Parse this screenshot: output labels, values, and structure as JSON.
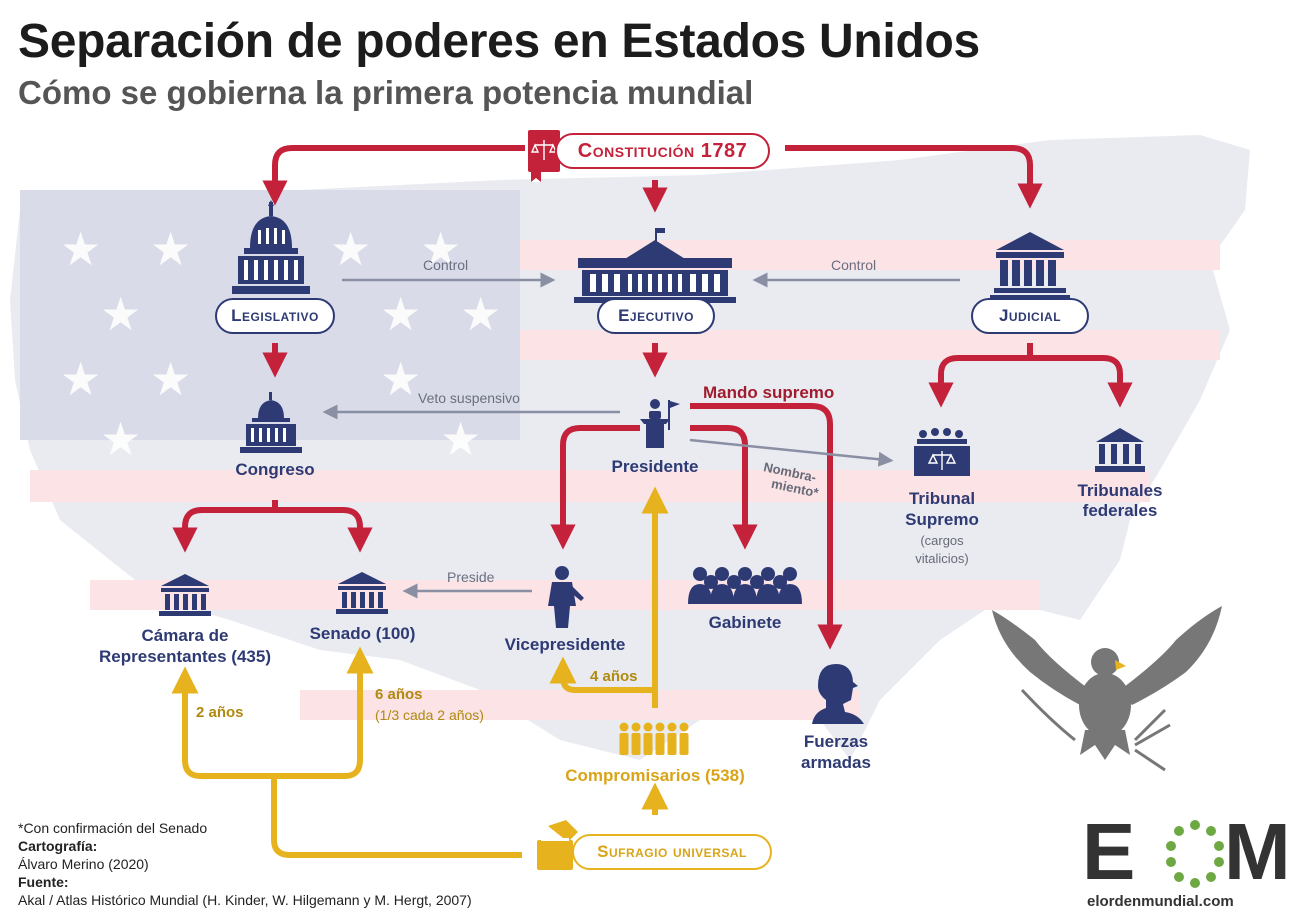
{
  "title": "Separación de poderes en Estados Unidos",
  "subtitle": "Cómo se gobierna la primera potencia mundial",
  "colors": {
    "red": "#c4213a",
    "navy": "#2e3a74",
    "gold": "#e6b31e",
    "gray": "#8a8fa3"
  },
  "nodes": {
    "constitucion": "Constitución 1787",
    "legislativo": "Legislativo",
    "ejecutivo": "Ejecutivo",
    "judicial": "Judicial",
    "congreso": "Congreso",
    "presidente": "Presidente",
    "tribunal_supremo_1": "Tribunal",
    "tribunal_supremo_2": "Supremo",
    "tribunal_supremo_note_1": "(cargos",
    "tribunal_supremo_note_2": "vitalicios)",
    "tribunales_federales_1": "Tribunales",
    "tribunales_federales_2": "federales",
    "camara_1": "Cámara de",
    "camara_2": "Representantes (435)",
    "senado": "Senado (100)",
    "vicepresidente": "Vicepresidente",
    "gabinete": "Gabinete",
    "fuerzas_1": "Fuerzas",
    "fuerzas_2": "armadas",
    "compromisarios": "Compromisarios (538)",
    "sufragio": "Sufragio universal"
  },
  "edges": {
    "control_left": "Control",
    "control_right": "Control",
    "veto": "Veto suspensivo",
    "mando": "Mando supremo",
    "nombramiento_1": "Nombra-",
    "nombramiento_2": "miento*",
    "preside": "Preside",
    "term_camara": "2 años",
    "term_senado": "6 años",
    "term_senado_note": "(1/3 cada 2 años)",
    "term_vp": "4 años"
  },
  "footer": {
    "note": "*Con confirmación del Senado",
    "cartografia_label": "Cartografía:",
    "cartografia_value": "Álvaro Merino (2020)",
    "fuente_label": "Fuente:",
    "fuente_value": "Akal / Atlas Histórico Mundial (H. Kinder, W. Hilgemann y M. Hergt, 2007)"
  },
  "logo": {
    "text": "EOM",
    "url": "elordenmundial.com"
  }
}
